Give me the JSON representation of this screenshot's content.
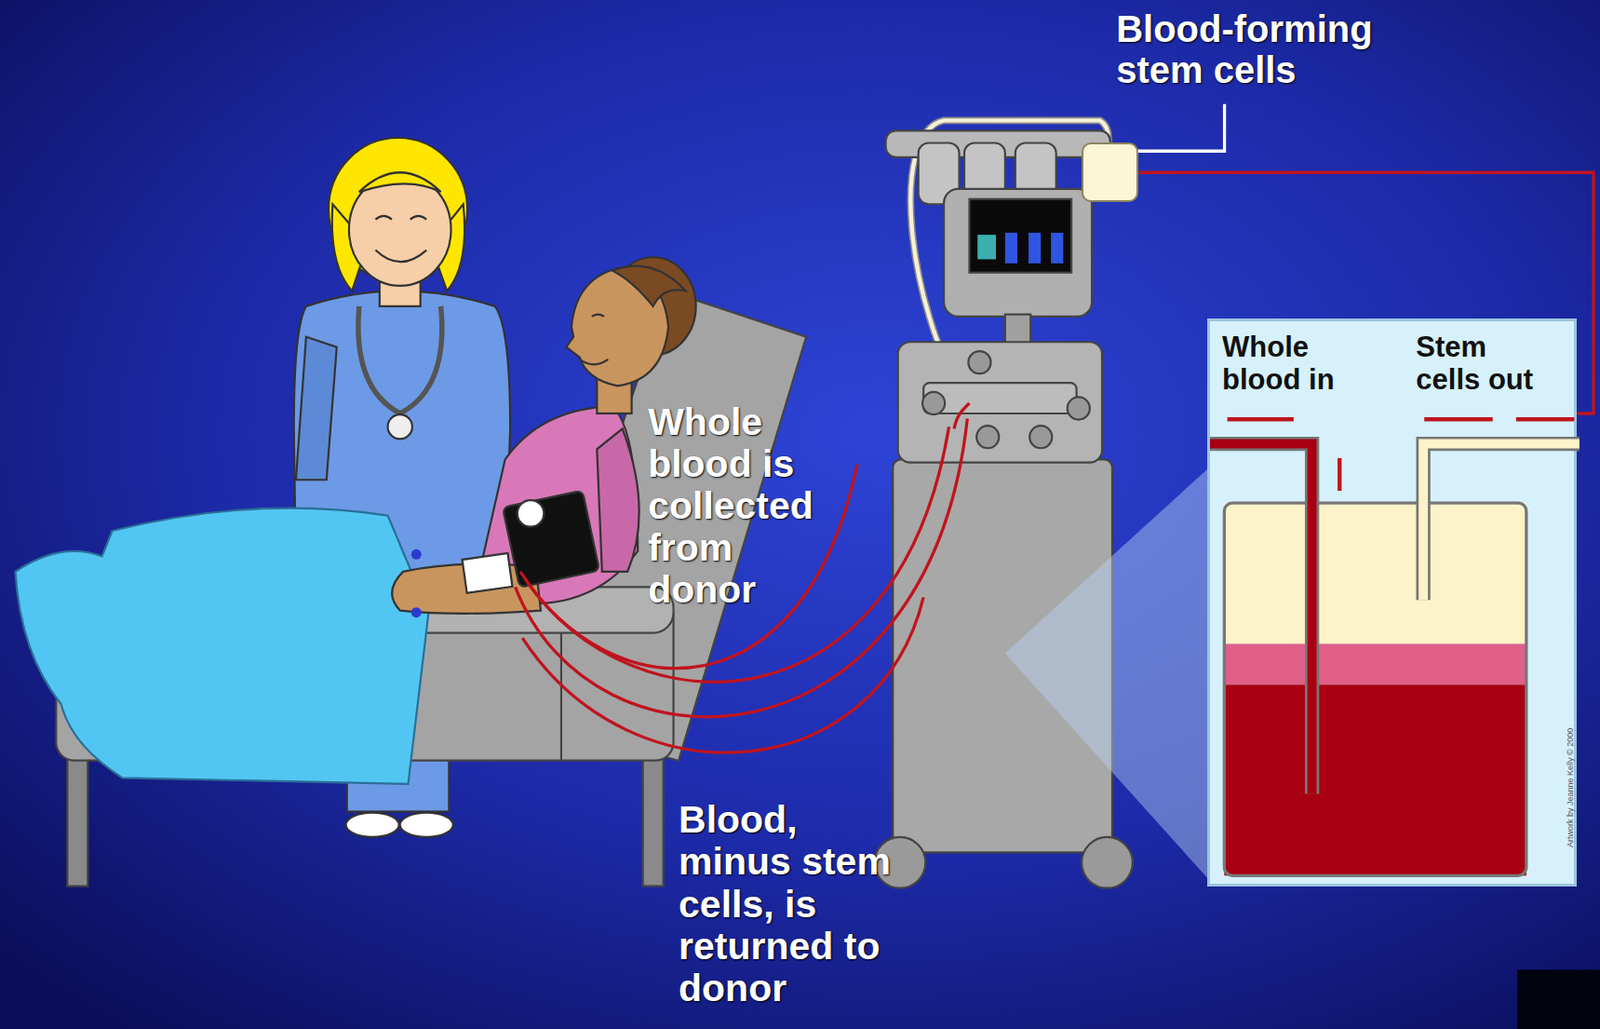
{
  "diagram": {
    "nodes": [
      {
        "text": [
          "Blood-forming stem cells"
        ]
      },
      {
        "text": [
          "Whole blood in",
          "Stem cells out"
        ]
      }
    ],
    "edges": [
      {
        "from": 0,
        "to": 1,
        "arrow": "none"
      }
    ],
    "labels": [
      "Whole blood is collected from donor",
      "Blood, minus stem cells, is returned to donor",
      "Artwork by Jeanne Kelly © 2000"
    ]
  }
}
